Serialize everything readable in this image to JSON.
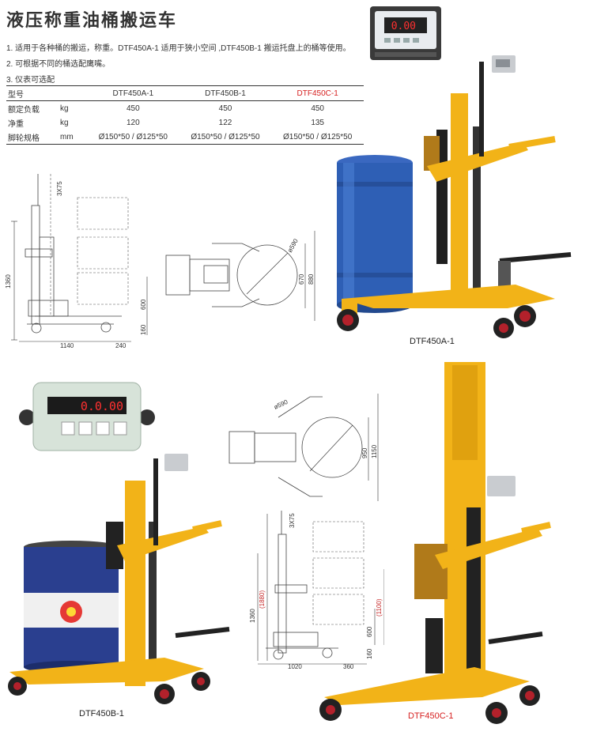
{
  "page": {
    "title": "液压称重油桶搬运车",
    "notes": [
      "1. 适用于各种桶的搬运，称重。DTF450A-1 适用于狭小空间 ,DTF450B-1 搬运托盘上的桶等使用。",
      "2. 可根据不同的桶选配鹰嘴。",
      "3. 仪表可选配"
    ]
  },
  "spec_table": {
    "headers": [
      "型号",
      "",
      "DTF450A-1",
      "DTF450B-1",
      "DTF450C-1"
    ],
    "rows": [
      {
        "label": "额定负载",
        "unit": "kg",
        "a": "450",
        "b": "450",
        "c": "450"
      },
      {
        "label": "净重",
        "unit": "kg",
        "a": "120",
        "b": "122",
        "c": "135"
      },
      {
        "label": "脚轮规格",
        "unit": "mm",
        "a": "Ø150*50 / Ø125*50",
        "b": "Ø150*50 / Ø125*50",
        "c": "Ø150*50 / Ø125*50"
      }
    ]
  },
  "captions": {
    "a": "DTF450A-1",
    "b": "DTF450B-1",
    "c": "DTF450C-1"
  },
  "display": {
    "reading": "0.00",
    "reading_small": "0.0.00"
  },
  "dims_a_side": {
    "d1360": "1360",
    "d600": "600",
    "d160": "160",
    "d1140": "1140",
    "d240": "240",
    "d3x75": "3X75"
  },
  "dims_a_top": {
    "d590": "ø590",
    "d670": "670",
    "d880": "880"
  },
  "dims_c_top": {
    "d590": "ø590",
    "d950": "950",
    "d1150": "1150"
  },
  "dims_c_side": {
    "d1360": "1360",
    "d1880": "(1880)",
    "d600": "600",
    "d1100": "(1100)",
    "d160": "160",
    "d1020": "1020",
    "d360": "360",
    "d3x75": "3X75"
  },
  "colors": {
    "frame_yellow": "#f2b318",
    "drum_blue": "#2e5fb5",
    "drum_red": "#b3212b",
    "accent_red": "#d62020"
  }
}
